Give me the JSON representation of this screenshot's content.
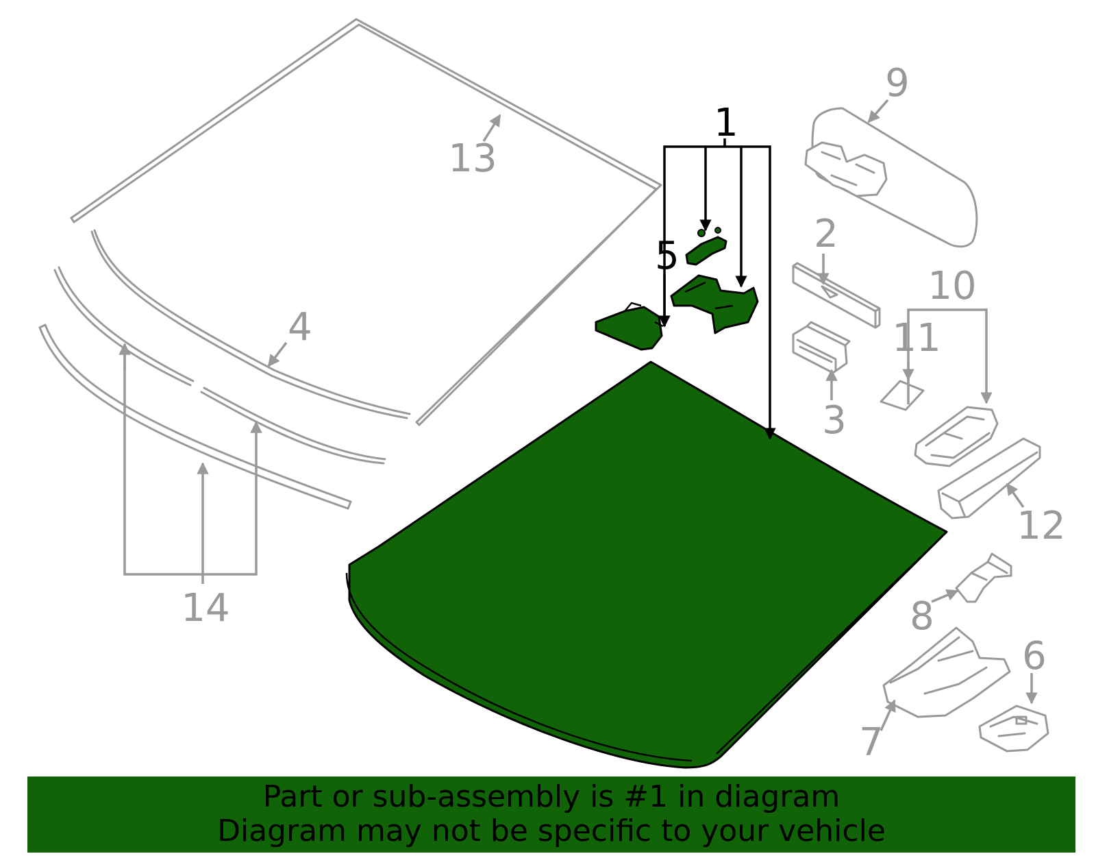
{
  "colors": {
    "highlight": "#116307",
    "other_parts": "#999999",
    "selected_label": "#000000"
  },
  "callouts": {
    "c1": "1",
    "c2": "2",
    "c3": "3",
    "c4": "4",
    "c5": "5",
    "c6": "6",
    "c7": "7",
    "c8": "8",
    "c9": "9",
    "c10": "10",
    "c11": "11",
    "c12": "12",
    "c13": "13",
    "c14": "14"
  },
  "banner": {
    "line1": "Part or sub-assembly is #1 in diagram",
    "line2": "Diagram may not be specific to your vehicle"
  }
}
